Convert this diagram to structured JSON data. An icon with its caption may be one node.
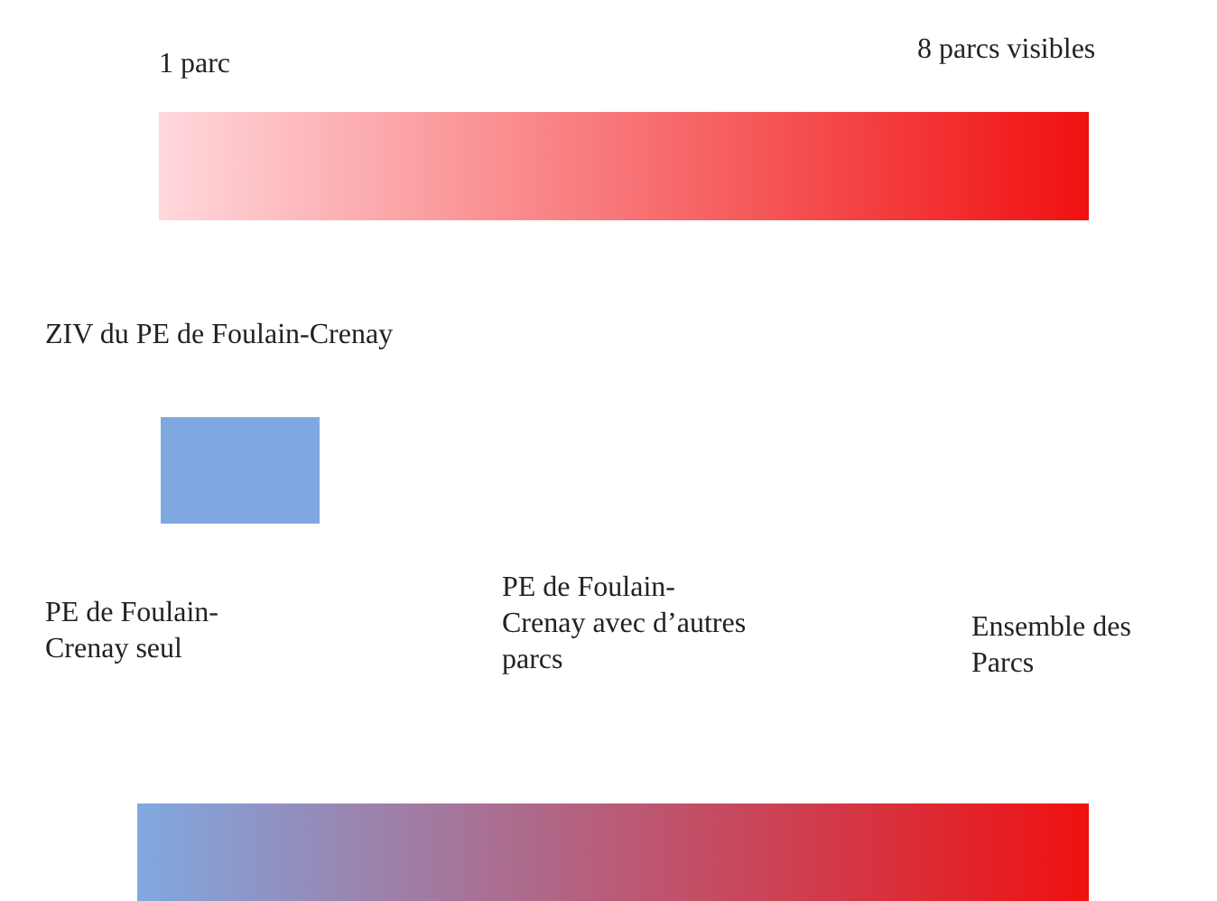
{
  "diagram": {
    "nodes": [
      {
        "text": [],
        "shape": "bar"
      },
      {
        "text": [],
        "shape": "bar"
      }
    ],
    "labels": [
      "1 parc",
      "8 parcs visibles",
      "PE de Foulain-Crenay seul",
      "PE de Foulain-Crenay avec d’autres parcs",
      "Ensemble des Parcs"
    ],
    "legend": [
      {
        "text": "ZIV du PE de Foulain-Crenay",
        "color": "#80a8e0"
      }
    ]
  }
}
